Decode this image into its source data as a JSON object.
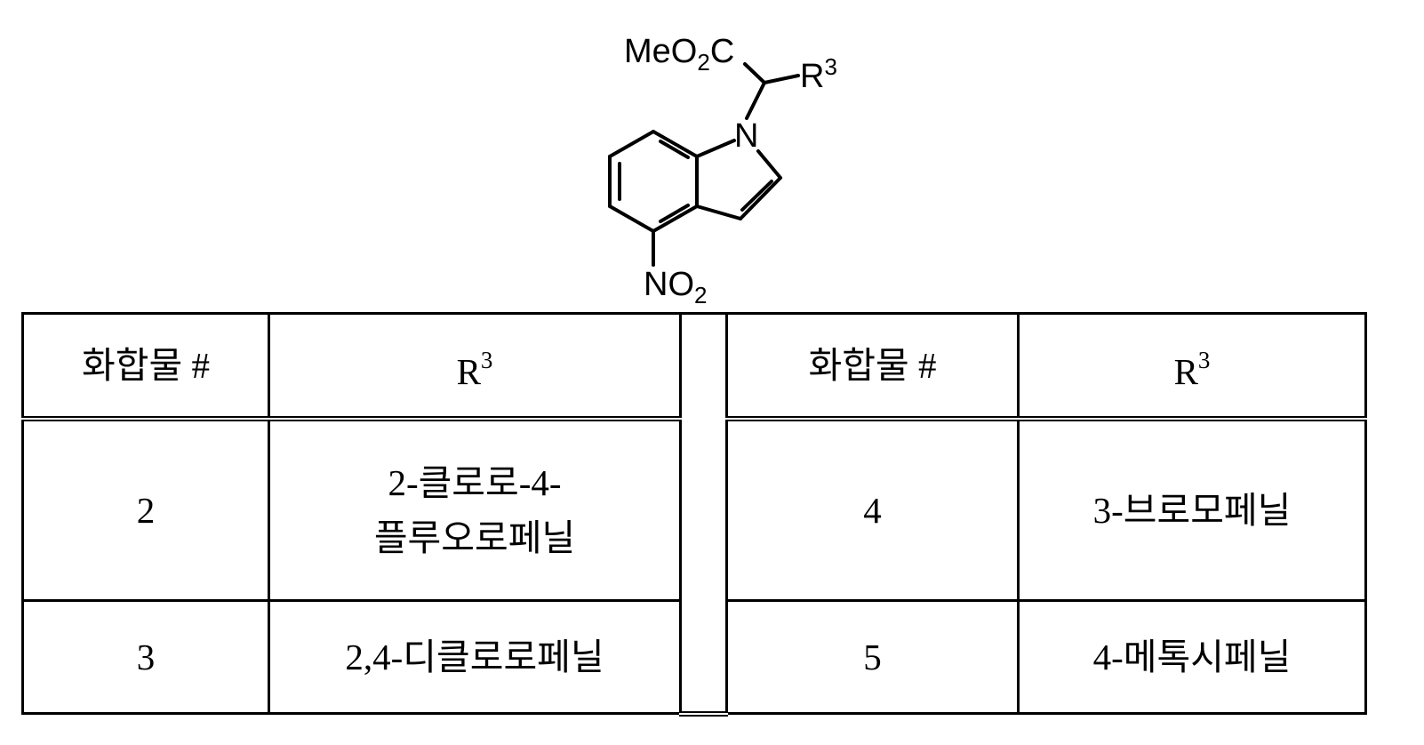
{
  "structure": {
    "ester_label": "MeO",
    "ester_sub": "2",
    "ester_tail": "C",
    "r_label": "R",
    "r_sup": "3",
    "n_label": "N",
    "nitro_label": "NO",
    "nitro_sub": "2"
  },
  "table": {
    "headers": {
      "compound": "화합물 #",
      "r_base": "R",
      "r_sup": "3"
    },
    "rows": [
      {
        "left_id": "2",
        "left_r_line1": "2-클로로-4-",
        "left_r_line2": "플루오로페닐",
        "right_id": "4",
        "right_r": "3-브로모페닐"
      },
      {
        "left_id": "3",
        "left_r": "2,4-디클로로페닐",
        "right_id": "5",
        "right_r": "4-메톡시페닐"
      }
    ]
  }
}
